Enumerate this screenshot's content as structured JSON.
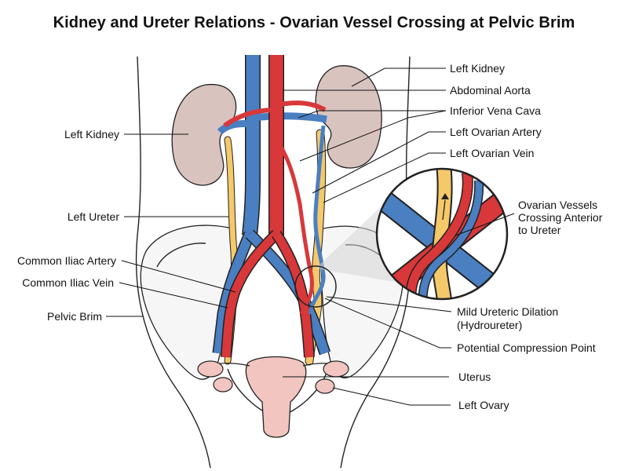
{
  "title": "Kidney and Ureter Relations - Ovarian Vessel Crossing at Pelvic Brim",
  "colors": {
    "artery": "#d8383a",
    "vein": "#4a7fc1",
    "ureter": "#f5c96a",
    "kidney": "#d9c3bf",
    "uterus": "#f2c5c0",
    "outline": "#222222"
  },
  "labels": {
    "left_kidney_right": "Left Kidney",
    "abdominal_aorta": "Abdominal Aorta",
    "inferior_vena_cava": "Inferior Vena Cava",
    "left_ovarian_artery": "Left Ovarian Artery",
    "left_ovarian_vein": "Left Ovarian Vein",
    "left_kidney_left": "Left Kidney",
    "left_ureter": "Left Ureter",
    "common_iliac_artery": "Common Iliac Artery",
    "common_iliac_vein": "Common Iliac Vein",
    "pelvic_brim": "Pelvic Brim",
    "inset_line1": "Ovarian Vessels",
    "inset_line2": "Crossing Anterior",
    "inset_line3": "to Ureter",
    "dilation_line1": "Mild Ureteric Dilation",
    "dilation_line2": "(Hydroureter)",
    "compression_point": "Potential Compression Point",
    "uterus": "Uterus",
    "left_ovary": "Left Ovary"
  }
}
